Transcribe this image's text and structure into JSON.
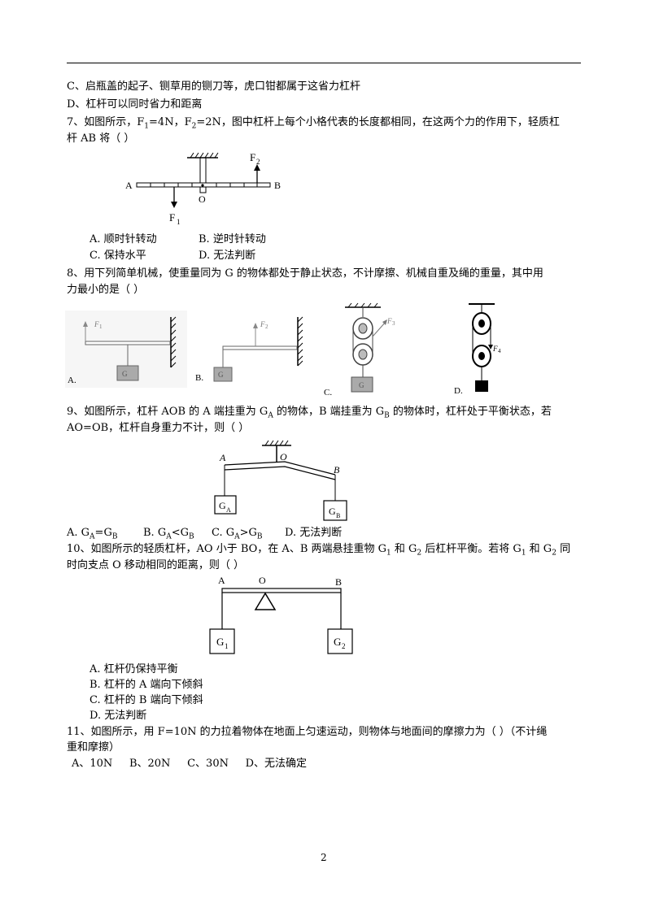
{
  "lines": {
    "c_prev": "C、启瓶盖的起子、铡草用的铡刀等，虎口钳都属于这省力杠杆",
    "d_prev": "D、杠杆可以同时省力和距离",
    "q7a": "7、如图所示，F",
    "q7b": "=4N，F",
    "q7c": "=2N，图中杠杆上每个小格代表的长度都相同，在这两个力的作用下，轻质杠",
    "q7d": "杆 AB 将（    ）",
    "q7_oa": "A. 顺时针转动",
    "q7_ob": "B. 逆时针转动",
    "q7_oc": "C. 保持水平",
    "q7_od": "D. 无法判断",
    "q8a": "8、用下列简单机械，使重量同为 G 的物体都处于静止状态，不计摩擦、机械自重及绳的重量，其中用",
    "q8b": "力最小的是（     ）",
    "q9a": "9、如图所示，杠杆 AOB 的 A 端挂重为 G",
    "q9b": " 的物体，B 端挂重为 G",
    "q9c": " 的物体时，杠杆处于平衡状态，若",
    "q9d": "AO=OB，杠杆自身重力不计，则（     ）",
    "q10a": "10、如图所示的轻质杠杆，AO 小于 BO，在 A、B 两端悬挂重物 G",
    "q10b": " 和 G",
    "q10c": " 后杠杆平衡。若将 G",
    "q10d": " 和 G",
    "q10e": " 同",
    "q10f": "时向支点 O 移动相同的距离，则（     ）",
    "q10_oa": "A. 杠杆仍保持平衡",
    "q10_ob": "B. 杠杆的 A 端向下倾斜",
    "q10_oc": "C. 杠杆的 B 端向下倾斜",
    "q10_od": "D. 无法判断",
    "q11a": "11、如图所示，用 F=10N 的力拉着物体在地面上匀速运动，则物体与地面间的摩擦力为（     ）（不计绳",
    "q11b": "重和摩擦）",
    "q11_opts": "A、10N     B、20N     C、30N     D、无法确定"
  },
  "sub": {
    "one": "1",
    "two": "2",
    "A": "A",
    "B": "B"
  },
  "q9opts": {
    "a1": "A. G",
    "a2": "=G",
    "b1": "B. G",
    "b2": "<G",
    "c1": "C. G",
    "c2": ">G",
    "d": "D.  无法判断"
  },
  "fig7": {
    "A": "A",
    "B": "B",
    "O": "O",
    "F": "F",
    "s1": "1",
    "s2": "2"
  },
  "fig8": {
    "a": "A.",
    "b": "B.",
    "c": "C.",
    "d": "D.",
    "F": "F",
    "s1": "1",
    "s2": "2",
    "s3": "3",
    "s4": "4",
    "G": "G"
  },
  "fig9": {
    "A": "A",
    "O": "O",
    "B": "B",
    "G": "G",
    "sA": "A",
    "sB": "B"
  },
  "fig10": {
    "A": "A",
    "O": "O",
    "B": "B",
    "G": "G",
    "s1": "1",
    "s2": "2"
  },
  "page_number": "2"
}
